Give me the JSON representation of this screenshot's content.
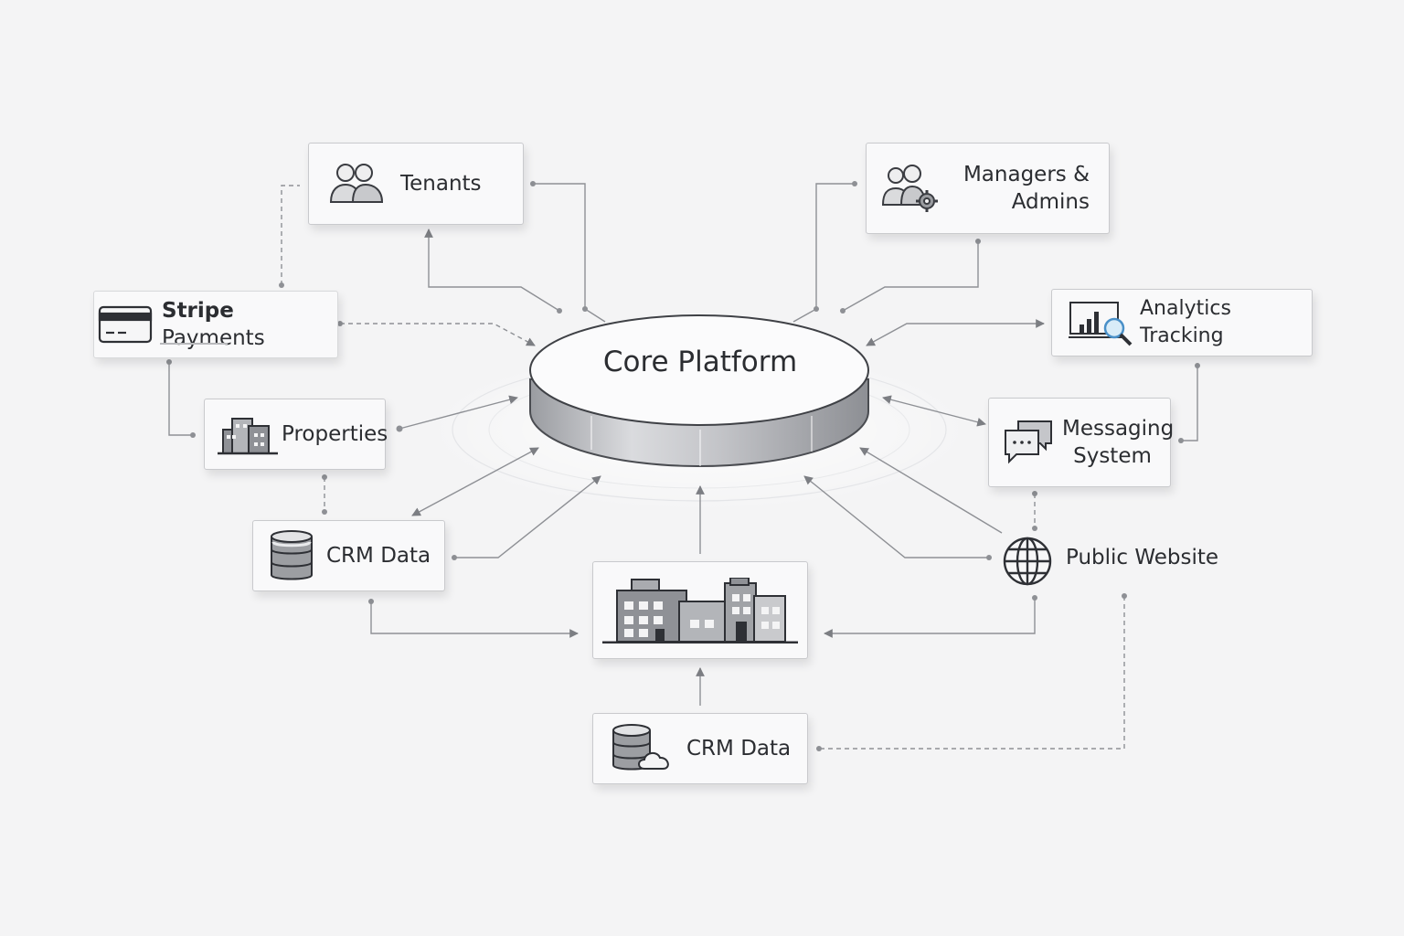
{
  "core": {
    "label": "Core Platform"
  },
  "nodes": {
    "tenants": {
      "label": "Tenants",
      "icon": "users-icon"
    },
    "managers": {
      "label": "Managers & Admins",
      "icon": "users-gear-icon"
    },
    "stripe": {
      "label_bold": "Stripe",
      "label_rest": "Payments",
      "icon": "credit-card-icon"
    },
    "analytics": {
      "label": "Analytics Tracking",
      "icon": "chart-magnifier-icon"
    },
    "properties": {
      "label": "Properties",
      "icon": "buildings-icon"
    },
    "messaging": {
      "label_line1": "Messaging",
      "label_line2": "System",
      "icon": "chat-bubbles-icon"
    },
    "crm_left": {
      "label": "CRM Data",
      "icon": "database-icon"
    },
    "public_website": {
      "label": "Public Website",
      "icon": "globe-icon"
    },
    "buildings": {
      "icon": "city-buildings-icon"
    },
    "crm_cloud": {
      "label": "CRM Data",
      "icon": "database-cloud-icon"
    }
  },
  "colors": {
    "background": "#f4f4f5",
    "line": "#8e9095",
    "accent": "#4a90c8"
  }
}
